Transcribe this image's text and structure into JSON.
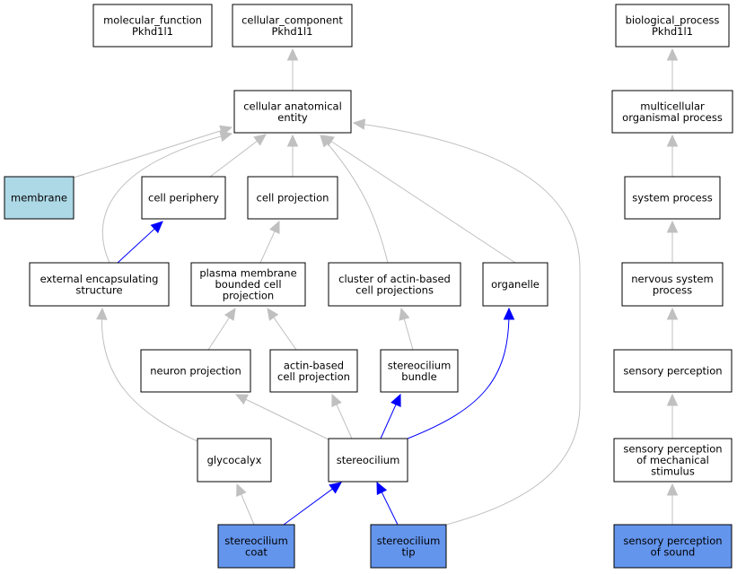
{
  "colors": {
    "default_fill": "#ffffff",
    "highlight_fill": "#add8e6",
    "query_fill": "#6495ed",
    "edge_gray": "#c0c0c0",
    "edge_blue": "#0000ff"
  },
  "nodes": {
    "mf_root": {
      "lines": [
        "molecular_function",
        "Pkhd1l1"
      ],
      "fill": "default_fill"
    },
    "cc_root": {
      "lines": [
        "cellular_component",
        "Pkhd1l1"
      ],
      "fill": "default_fill"
    },
    "bp_root": {
      "lines": [
        "biological_process",
        "Pkhd1l1"
      ],
      "fill": "default_fill"
    },
    "cae": {
      "lines": [
        "cellular anatomical",
        "entity"
      ],
      "fill": "default_fill"
    },
    "mop": {
      "lines": [
        "multicellular",
        "organismal process"
      ],
      "fill": "default_fill"
    },
    "membrane": {
      "lines": [
        "membrane"
      ],
      "fill": "highlight_fill"
    },
    "cellper": {
      "lines": [
        "cell periphery"
      ],
      "fill": "default_fill"
    },
    "cellproj": {
      "lines": [
        "cell projection"
      ],
      "fill": "default_fill"
    },
    "sysproc": {
      "lines": [
        "system process"
      ],
      "fill": "default_fill"
    },
    "ext": {
      "lines": [
        "external encapsulating",
        "structure"
      ],
      "fill": "default_fill"
    },
    "pmbcp": {
      "lines": [
        "plasma membrane",
        "bounded cell",
        "projection"
      ],
      "fill": "default_fill"
    },
    "cluster": {
      "lines": [
        "cluster of actin-based",
        "cell projections"
      ],
      "fill": "default_fill"
    },
    "organelle": {
      "lines": [
        "organelle"
      ],
      "fill": "default_fill"
    },
    "nsp": {
      "lines": [
        "nervous system",
        "process"
      ],
      "fill": "default_fill"
    },
    "neuron": {
      "lines": [
        "neuron projection"
      ],
      "fill": "default_fill"
    },
    "actin": {
      "lines": [
        "actin-based",
        "cell projection"
      ],
      "fill": "default_fill"
    },
    "bundle": {
      "lines": [
        "stereocilium",
        "bundle"
      ],
      "fill": "default_fill"
    },
    "sensper": {
      "lines": [
        "sensory perception"
      ],
      "fill": "default_fill"
    },
    "glyco": {
      "lines": [
        "glycocalyx"
      ],
      "fill": "default_fill"
    },
    "stereo": {
      "lines": [
        "stereocilium"
      ],
      "fill": "default_fill"
    },
    "spms": {
      "lines": [
        "sensory perception",
        "of mechanical",
        "stimulus"
      ],
      "fill": "default_fill"
    },
    "coat": {
      "lines": [
        "stereocilium",
        "coat"
      ],
      "fill": "query_fill"
    },
    "tip": {
      "lines": [
        "stereocilium",
        "tip"
      ],
      "fill": "query_fill"
    },
    "sound": {
      "lines": [
        "sensory perception",
        "of sound"
      ],
      "fill": "query_fill"
    }
  },
  "edges": [
    {
      "from": "cae",
      "to": "cc_root",
      "color": "edge_gray"
    },
    {
      "from": "mop",
      "to": "bp_root",
      "color": "edge_gray"
    },
    {
      "from": "membrane",
      "to": "cae",
      "color": "edge_gray"
    },
    {
      "from": "cellper",
      "to": "cae",
      "color": "edge_gray"
    },
    {
      "from": "cellproj",
      "to": "cae",
      "color": "edge_gray"
    },
    {
      "from": "ext",
      "to": "cae",
      "color": "edge_gray"
    },
    {
      "from": "cluster",
      "to": "cae",
      "color": "edge_gray"
    },
    {
      "from": "organelle",
      "to": "cae",
      "color": "edge_gray"
    },
    {
      "from": "tip",
      "to": "cae",
      "color": "edge_gray"
    },
    {
      "from": "sysproc",
      "to": "mop",
      "color": "edge_gray"
    },
    {
      "from": "ext",
      "to": "cellper",
      "color": "edge_blue"
    },
    {
      "from": "pmbcp",
      "to": "cellproj",
      "color": "edge_gray"
    },
    {
      "from": "nsp",
      "to": "sysproc",
      "color": "edge_gray"
    },
    {
      "from": "neuron",
      "to": "pmbcp",
      "color": "edge_gray"
    },
    {
      "from": "actin",
      "to": "pmbcp",
      "color": "edge_gray"
    },
    {
      "from": "bundle",
      "to": "cluster",
      "color": "edge_gray"
    },
    {
      "from": "stereo",
      "to": "organelle",
      "color": "edge_blue"
    },
    {
      "from": "sensper",
      "to": "nsp",
      "color": "edge_gray"
    },
    {
      "from": "glyco",
      "to": "ext",
      "color": "edge_gray"
    },
    {
      "from": "stereo",
      "to": "neuron",
      "color": "edge_gray"
    },
    {
      "from": "stereo",
      "to": "actin",
      "color": "edge_gray"
    },
    {
      "from": "stereo",
      "to": "bundle",
      "color": "edge_blue"
    },
    {
      "from": "spms",
      "to": "sensper",
      "color": "edge_gray"
    },
    {
      "from": "coat",
      "to": "glyco",
      "color": "edge_gray"
    },
    {
      "from": "coat",
      "to": "stereo",
      "color": "edge_blue"
    },
    {
      "from": "tip",
      "to": "stereo",
      "color": "edge_blue"
    },
    {
      "from": "sound",
      "to": "spms",
      "color": "edge_gray"
    }
  ]
}
